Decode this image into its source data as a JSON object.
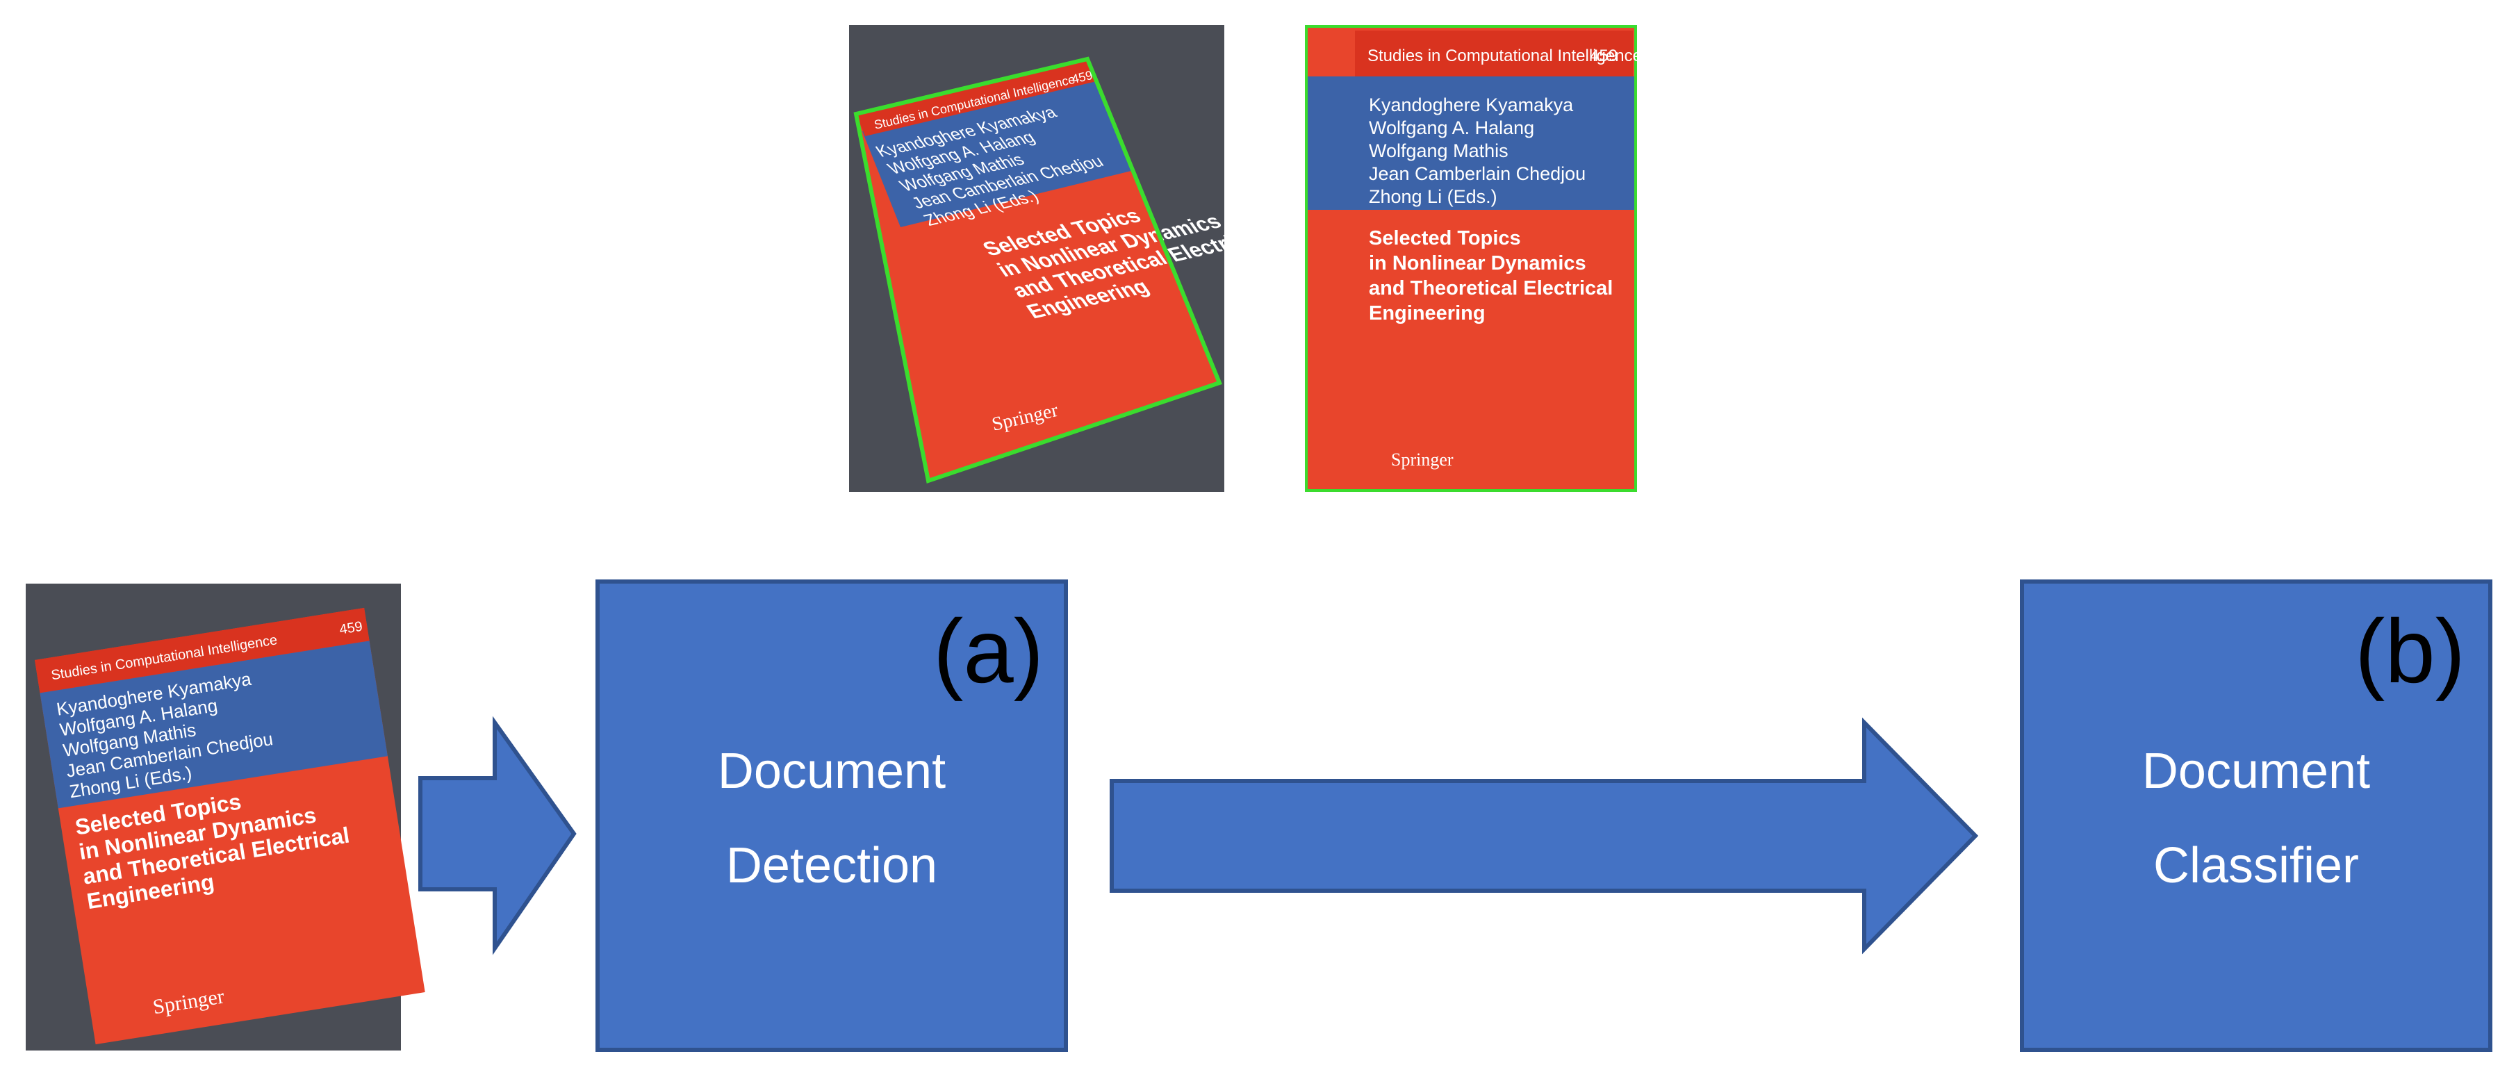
{
  "stages": {
    "detection": {
      "letter": "(a)",
      "line1": "Document",
      "line2": "Detection"
    },
    "classifier": {
      "letter": "(b)",
      "line1": "Document",
      "line2": "Classifier"
    }
  },
  "book": {
    "series": "Studies in Computational Intelligence",
    "number": "459",
    "authors": [
      "Kyandoghere Kyamakya",
      "Wolfgang A. Halang",
      "Wolfgang Mathis",
      "Jean Camberlain Chedjou",
      "Zhong Li (Eds.)"
    ],
    "title_lines": [
      "Selected Topics",
      "in Nonlinear Dynamics",
      "and Theoretical Electrical",
      "Engineering"
    ],
    "publisher": "Springer"
  },
  "colors": {
    "stage_fill": "#4472c4",
    "stage_border": "#2f528f",
    "detection_outline": "#3bdc2e",
    "cover_red": "#e8452c",
    "cover_blue": "#3c63a8"
  }
}
